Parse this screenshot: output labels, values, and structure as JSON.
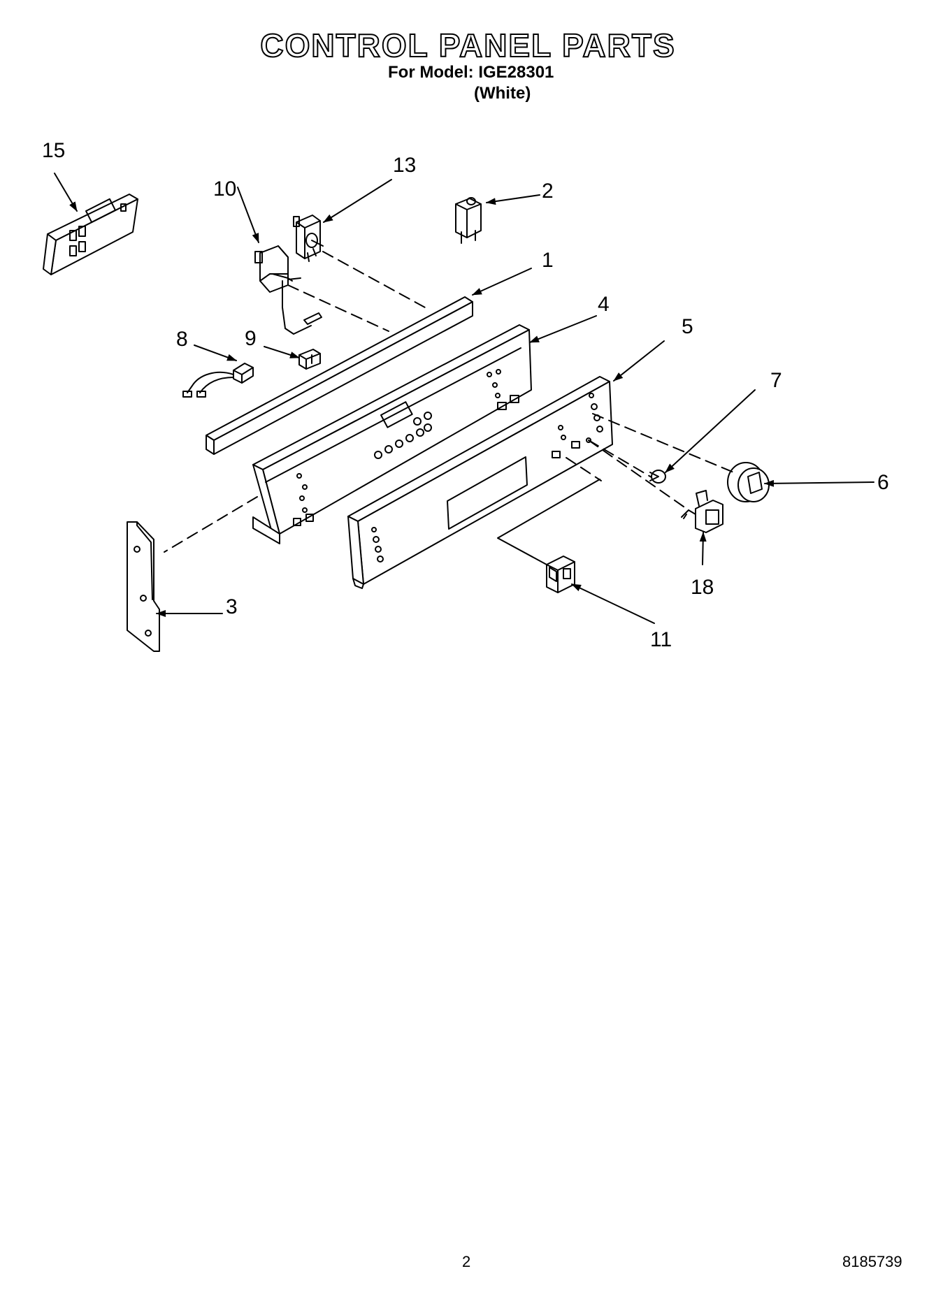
{
  "header": {
    "title": "CONTROL PANEL PARTS",
    "model_line": "For Model: IGE28301",
    "color_line": "(White)"
  },
  "diagram": {
    "callouts": {
      "c1": "1",
      "c2": "2",
      "c3": "3",
      "c4": "4",
      "c5": "5",
      "c6": "6",
      "c7": "7",
      "c8": "8",
      "c9": "9",
      "c10": "10",
      "c11": "11",
      "c13": "13",
      "c15": "15",
      "c18": "18"
    }
  },
  "footer": {
    "page_number": "2",
    "doc_number": "8185739"
  }
}
